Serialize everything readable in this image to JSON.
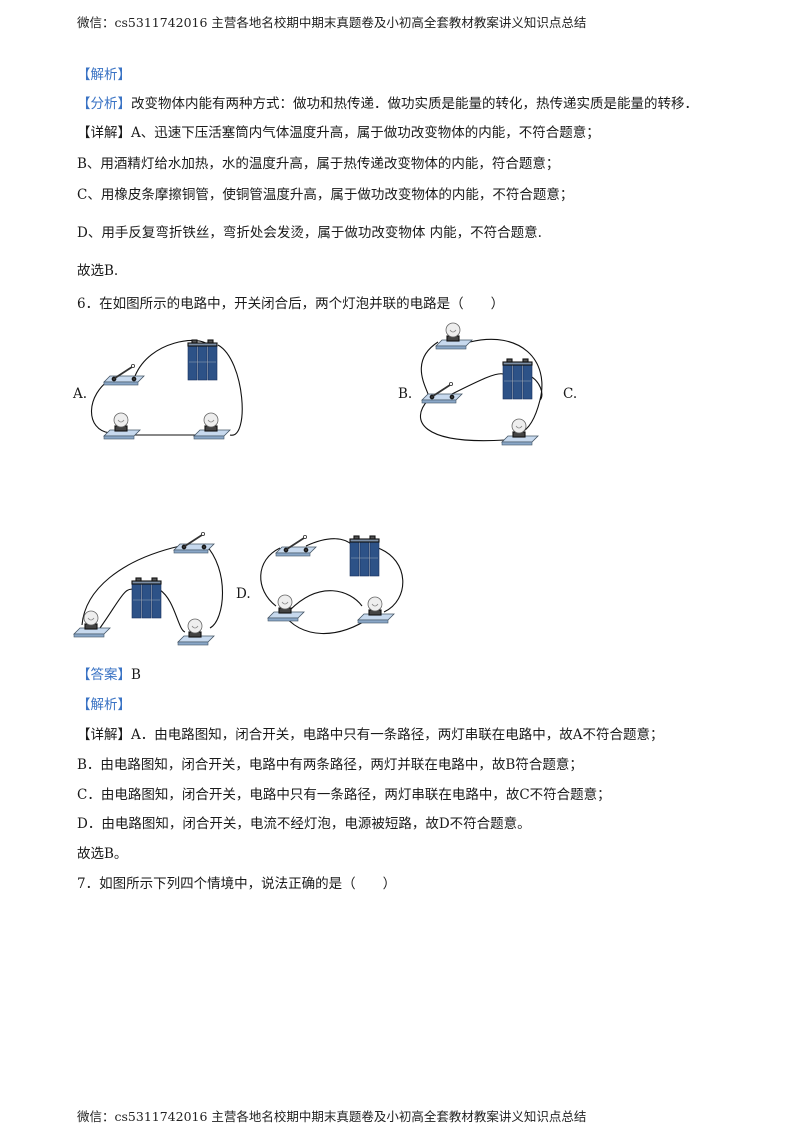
{
  "header": {
    "text": "微信：cs5311742016  主营各地名校期中期末真题卷及小初高全套教材教案讲义知识点总结"
  },
  "footer": {
    "text": "微信：cs5311742016  主营各地名校期中期末真题卷及小初高全套教材教案讲义知识点总结"
  },
  "q5": {
    "analysis_tag": "【解析】",
    "fenxi_tag": "【分析】",
    "fenxi_text": "改变物体内能有两种方式：做功和热传递．做功实质是能量的转化，热传递实质是能量的转移．",
    "detail_tag": "【详解】",
    "line_a": "A、迅速下压活塞筒内气体温度升高，属于做功改变物体的内能，不符合题意；",
    "line_b": "B、用酒精灯给水加热，水的温度升高，属于热传递改变物体的内能，符合题意；",
    "line_c": "C、用橡皮条摩擦铜管，使铜管温度升高，属于做功改变物体的内能，不符合题意；",
    "line_d": "D、用手反复弯折铁丝，弯折处会发烫，属于做功改变物体    内能，不符合题意.",
    "select": "故选B."
  },
  "q6": {
    "stem": "6．在如图所示的电路中，开关闭合后，两个灯泡并联的电路是（　　）",
    "options": {
      "a": "A.",
      "b": "B.",
      "c": "C.",
      "d": "D."
    },
    "answer_tag": "【答案】",
    "answer": "B",
    "analysis_tag": "【解析】",
    "detail_tag": "【详解】",
    "line_a": "A．由电路图知，闭合开关，电路中只有一条路径，两灯串联在电路中，故A不符合题意；",
    "line_b": "B．由电路图知，闭合开关，电路中有两条路径，两灯并联在电路中，故B符合题意；",
    "line_c": "C．由电路图知，闭合开关，电路中只有一条路径，两灯串联在电路中，故C不符合题意；",
    "line_d": "D．由电路图知，闭合开关，电流不经灯泡，电源被短路，故D不符合题意。",
    "select": "故选B。"
  },
  "q7": {
    "stem": "7．如图所示下列四个情境中，说法正确的是（　　）"
  }
}
